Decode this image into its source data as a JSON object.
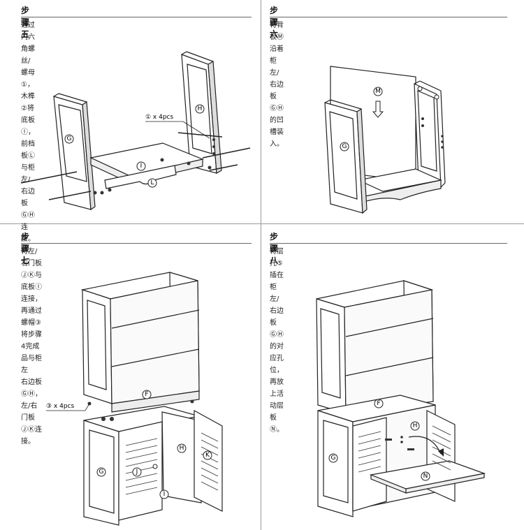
{
  "steps": [
    {
      "title": "步骤五",
      "desc_line1": "通过内六角螺丝/螺母①，木榫②将底板Ⓘ，前档板Ⓛ与柜左/右边板",
      "desc_line2": "ⒼⒽ连接。",
      "labels": {
        "g": "G",
        "h": "H",
        "i": "I",
        "l": "L",
        "hw1": "① x 4pcs"
      }
    },
    {
      "title": "步骤六",
      "desc_line1": "将背板Ⓜ沿着柜左/右边板ⒼⒽ的凹槽装入。",
      "labels": {
        "m": "M",
        "g": "G"
      }
    },
    {
      "title": "步骤七",
      "desc_line1": "将左/右门板ⒿⓀ与底板Ⓘ连接，再通过螺帽③将步骤4完成品与柜左",
      "desc_line2": "右边板ⒼⒽ，左/右门板ⒿⓀ连接。",
      "labels": {
        "f": "F",
        "g": "G",
        "h": "H",
        "i": "I",
        "j": "J",
        "k": "K",
        "hw3": "③ x 4pcs"
      }
    },
    {
      "title": "步骤八",
      "desc_line1": "将层托⑤插在柜左/右边板ⒼⒽ的对应孔位，再放上活动层板Ⓝ。",
      "labels": {
        "f": "F",
        "g": "G",
        "h": "H",
        "n": "N"
      }
    }
  ]
}
